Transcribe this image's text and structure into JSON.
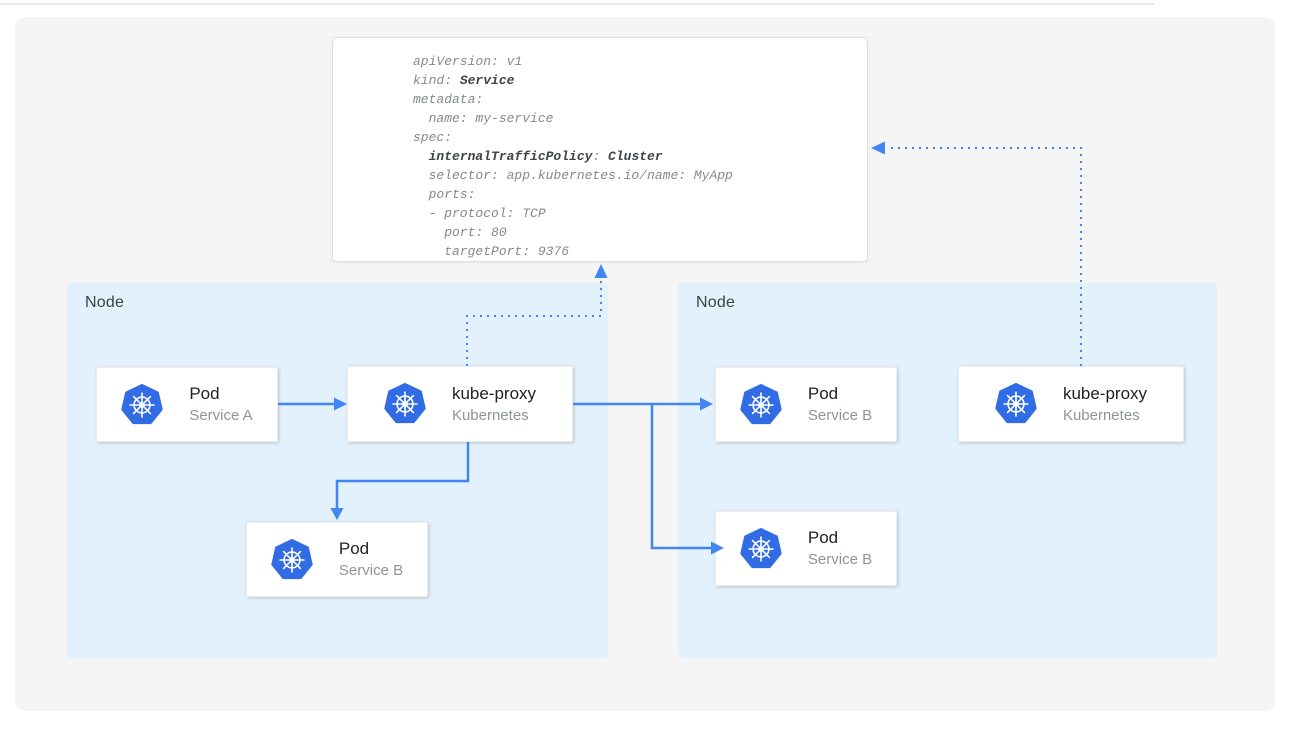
{
  "colors": {
    "arrow_blue": "#4285f4",
    "kubernetes_blue": "#326ce5",
    "node_background": "#e3f1fc",
    "canvas_background": "#f5f5f5",
    "card_title": "#212121",
    "card_subtitle": "#8f9499",
    "yaml_text": "#85898d",
    "yaml_bold_text": "#3f4246"
  },
  "yaml_card": {
    "lines": [
      {
        "pre": "apiVersion: v1"
      },
      {
        "pre": "kind: ",
        "bold": "Service"
      },
      {
        "pre": "metadata:"
      },
      {
        "pre": "  name: my-service"
      },
      {
        "pre": "spec:"
      },
      {
        "pre": "  ",
        "bold": "internalTrafficPolicy",
        "mid": ": ",
        "bold2": "Cluster"
      },
      {
        "pre": "  selector: app.kubernetes.io/name: MyApp"
      },
      {
        "pre": "  ports:"
      },
      {
        "pre": "  - protocol: TCP"
      },
      {
        "pre": "    port: 80"
      },
      {
        "pre": "    targetPort: 9376"
      }
    ]
  },
  "nodes": {
    "left": {
      "label": "Node",
      "cards": {
        "pod_a": {
          "title": "Pod",
          "subtitle": "Service A"
        },
        "kube_proxy": {
          "title": "kube-proxy",
          "subtitle": "Kubernetes"
        },
        "pod_b": {
          "title": "Pod",
          "subtitle": "Service B"
        }
      }
    },
    "right": {
      "label": "Node",
      "cards": {
        "pod_b_top": {
          "title": "Pod",
          "subtitle": "Service B"
        },
        "pod_b_bottom": {
          "title": "Pod",
          "subtitle": "Service B"
        },
        "kube_proxy": {
          "title": "kube-proxy",
          "subtitle": "Kubernetes"
        }
      }
    }
  }
}
